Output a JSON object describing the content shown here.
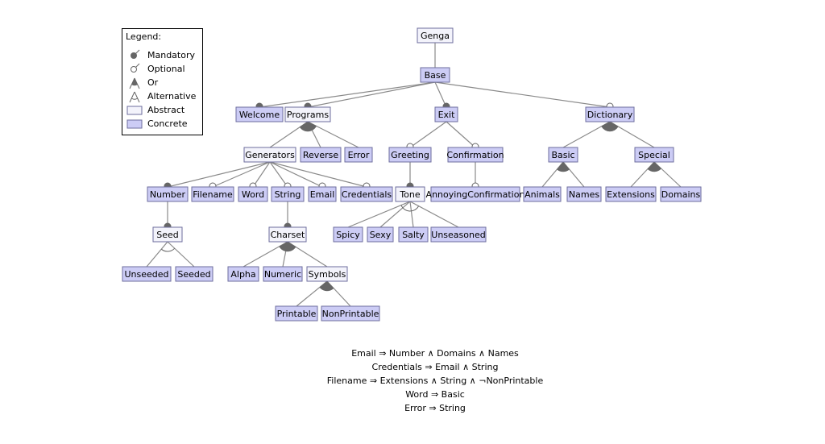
{
  "legend": {
    "title": "Legend:",
    "items": [
      {
        "kind": "mandatory",
        "label": "Mandatory"
      },
      {
        "kind": "optional",
        "label": "Optional"
      },
      {
        "kind": "or",
        "label": "Or"
      },
      {
        "kind": "alternative",
        "label": "Alternative"
      },
      {
        "kind": "abstract",
        "label": "Abstract"
      },
      {
        "kind": "concrete",
        "label": "Concrete"
      }
    ]
  },
  "colors": {
    "abstract_fill": "#f3f3fb",
    "concrete_fill": "#ccccf5",
    "node_border": "#6e6e9e",
    "edge": "#8a8a8a",
    "marker": "#666666"
  },
  "features": [
    {
      "id": "genga",
      "label": "Genga",
      "type": "abstract"
    },
    {
      "id": "base",
      "label": "Base",
      "type": "concrete"
    },
    {
      "id": "welcome",
      "label": "Welcome",
      "type": "concrete"
    },
    {
      "id": "programs",
      "label": "Programs",
      "type": "abstract"
    },
    {
      "id": "exit",
      "label": "Exit",
      "type": "concrete"
    },
    {
      "id": "dictionary",
      "label": "Dictionary",
      "type": "concrete"
    },
    {
      "id": "generators",
      "label": "Generators",
      "type": "abstract"
    },
    {
      "id": "reverse",
      "label": "Reverse",
      "type": "concrete"
    },
    {
      "id": "error",
      "label": "Error",
      "type": "concrete"
    },
    {
      "id": "greeting",
      "label": "Greeting",
      "type": "concrete"
    },
    {
      "id": "confirmation",
      "label": "Confirmation",
      "type": "concrete"
    },
    {
      "id": "basic",
      "label": "Basic",
      "type": "concrete"
    },
    {
      "id": "special",
      "label": "Special",
      "type": "concrete"
    },
    {
      "id": "number",
      "label": "Number",
      "type": "concrete"
    },
    {
      "id": "filename",
      "label": "Filename",
      "type": "concrete"
    },
    {
      "id": "word",
      "label": "Word",
      "type": "concrete"
    },
    {
      "id": "string",
      "label": "String",
      "type": "concrete"
    },
    {
      "id": "email",
      "label": "Email",
      "type": "concrete"
    },
    {
      "id": "credentials",
      "label": "Credentials",
      "type": "concrete"
    },
    {
      "id": "tone",
      "label": "Tone",
      "type": "abstract"
    },
    {
      "id": "annoying",
      "label": "AnnoyingConfirmation",
      "type": "concrete"
    },
    {
      "id": "animals",
      "label": "Animals",
      "type": "concrete"
    },
    {
      "id": "names",
      "label": "Names",
      "type": "concrete"
    },
    {
      "id": "extensions",
      "label": "Extensions",
      "type": "concrete"
    },
    {
      "id": "domains",
      "label": "Domains",
      "type": "concrete"
    },
    {
      "id": "seed",
      "label": "Seed",
      "type": "abstract"
    },
    {
      "id": "charset",
      "label": "Charset",
      "type": "abstract"
    },
    {
      "id": "spicy",
      "label": "Spicy",
      "type": "concrete"
    },
    {
      "id": "sexy",
      "label": "Sexy",
      "type": "concrete"
    },
    {
      "id": "salty",
      "label": "Salty",
      "type": "concrete"
    },
    {
      "id": "unseasoned",
      "label": "Unseasoned",
      "type": "concrete"
    },
    {
      "id": "unseeded",
      "label": "Unseeded",
      "type": "concrete"
    },
    {
      "id": "seeded",
      "label": "Seeded",
      "type": "concrete"
    },
    {
      "id": "alpha",
      "label": "Alpha",
      "type": "concrete"
    },
    {
      "id": "numeric",
      "label": "Numeric",
      "type": "concrete"
    },
    {
      "id": "symbols",
      "label": "Symbols",
      "type": "abstract"
    },
    {
      "id": "printable",
      "label": "Printable",
      "type": "concrete"
    },
    {
      "id": "nonprintable",
      "label": "NonPrintable",
      "type": "concrete"
    }
  ],
  "relations": [
    {
      "parent": "genga",
      "kind": "plain",
      "children": [
        {
          "id": "base"
        }
      ]
    },
    {
      "parent": "base",
      "kind": "and",
      "children": [
        {
          "id": "welcome",
          "mandatory": true
        },
        {
          "id": "programs",
          "mandatory": true
        },
        {
          "id": "exit",
          "mandatory": true
        },
        {
          "id": "dictionary",
          "mandatory": false
        }
      ]
    },
    {
      "parent": "programs",
      "kind": "or",
      "children": [
        {
          "id": "generators"
        },
        {
          "id": "reverse"
        },
        {
          "id": "error"
        }
      ]
    },
    {
      "parent": "exit",
      "kind": "and",
      "children": [
        {
          "id": "greeting",
          "mandatory": false
        },
        {
          "id": "confirmation",
          "mandatory": false
        }
      ]
    },
    {
      "parent": "dictionary",
      "kind": "or",
      "children": [
        {
          "id": "basic"
        },
        {
          "id": "special"
        }
      ]
    },
    {
      "parent": "generators",
      "kind": "and",
      "children": [
        {
          "id": "number",
          "mandatory": true
        },
        {
          "id": "filename",
          "mandatory": false
        },
        {
          "id": "word",
          "mandatory": false
        },
        {
          "id": "string",
          "mandatory": false
        },
        {
          "id": "email",
          "mandatory": false
        },
        {
          "id": "credentials",
          "mandatory": false
        }
      ]
    },
    {
      "parent": "greeting",
      "kind": "and",
      "children": [
        {
          "id": "tone",
          "mandatory": true
        }
      ]
    },
    {
      "parent": "confirmation",
      "kind": "and",
      "children": [
        {
          "id": "annoying",
          "mandatory": false
        }
      ]
    },
    {
      "parent": "basic",
      "kind": "or",
      "children": [
        {
          "id": "animals"
        },
        {
          "id": "names"
        }
      ]
    },
    {
      "parent": "special",
      "kind": "or",
      "children": [
        {
          "id": "extensions"
        },
        {
          "id": "domains"
        }
      ]
    },
    {
      "parent": "number",
      "kind": "and",
      "children": [
        {
          "id": "seed",
          "mandatory": true
        }
      ]
    },
    {
      "parent": "string",
      "kind": "and",
      "children": [
        {
          "id": "charset",
          "mandatory": true
        }
      ]
    },
    {
      "parent": "tone",
      "kind": "alternative",
      "children": [
        {
          "id": "spicy"
        },
        {
          "id": "sexy"
        },
        {
          "id": "salty"
        },
        {
          "id": "unseasoned"
        }
      ]
    },
    {
      "parent": "seed",
      "kind": "alternative",
      "children": [
        {
          "id": "unseeded"
        },
        {
          "id": "seeded"
        }
      ]
    },
    {
      "parent": "charset",
      "kind": "or",
      "children": [
        {
          "id": "alpha"
        },
        {
          "id": "numeric"
        },
        {
          "id": "symbols"
        }
      ]
    },
    {
      "parent": "symbols",
      "kind": "or",
      "children": [
        {
          "id": "printable"
        },
        {
          "id": "nonprintable"
        }
      ]
    }
  ],
  "constraints": [
    "Email ⇒ Number ∧ Domains ∧ Names",
    "Credentials ⇒ Email ∧ String",
    "Filename ⇒ Extensions ∧ String ∧ ¬NonPrintable",
    "Word ⇒ Basic",
    "Error ⇒ String"
  ]
}
